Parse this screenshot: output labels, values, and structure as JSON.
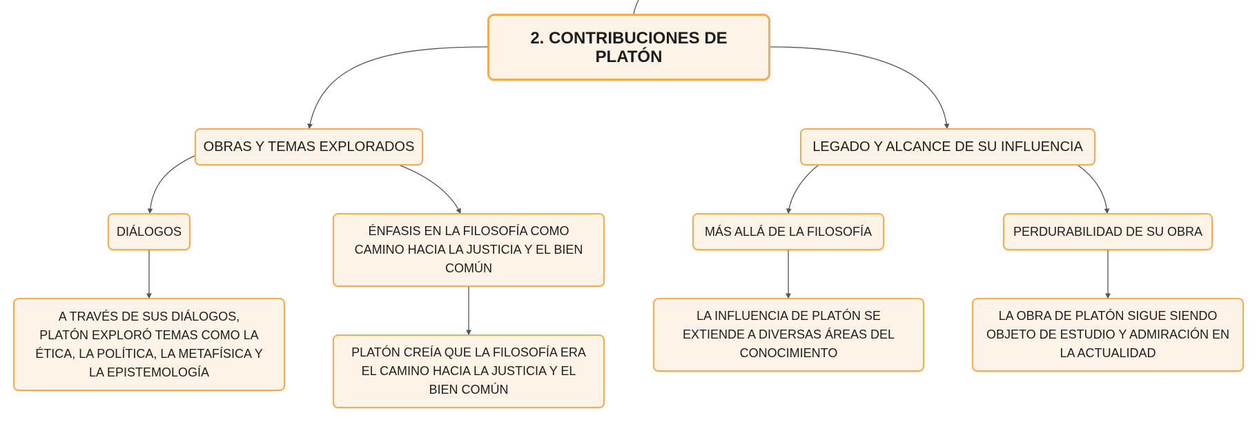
{
  "diagram": {
    "root": {
      "label": "2. CONTRIBUCIONES DE PLATÓN"
    },
    "branches": [
      {
        "label": "OBRAS Y TEMAS EXPLORADOS",
        "children": [
          {
            "label": "DIÁLOGOS",
            "detail": "A TRAVÉS DE SUS DIÁLOGOS, PLATÓN EXPLORÓ TEMAS COMO LA ÉTICA, LA POLÍTICA, LA METAFÍSICA Y LA EPISTEMOLOGÍA"
          },
          {
            "label": "ÉNFASIS EN LA FILOSOFÍA COMO CAMINO HACIA LA JUSTICIA Y EL BIEN COMÚN",
            "detail": "PLATÓN CREÍA QUE LA FILOSOFÍA ERA EL CAMINO HACIA LA JUSTICIA Y EL BIEN COMÚN"
          }
        ]
      },
      {
        "label": "LEGADO Y ALCANCE DE SU INFLUENCIA",
        "children": [
          {
            "label": "MÁS ALLÁ DE LA FILOSOFÍA",
            "detail": "LA INFLUENCIA DE PLATÓN SE EXTIENDE A DIVERSAS ÁREAS DEL CONOCIMIENTO"
          },
          {
            "label": "PERDURABILIDAD DE SU OBRA",
            "detail": "LA OBRA DE PLATÓN SIGUE SIENDO OBJETO DE ESTUDIO Y ADMIRACIÓN EN LA ACTUALIDAD"
          }
        ]
      }
    ],
    "colors": {
      "node_fill": "#fdf3e7",
      "node_border": "#f2ad52",
      "text": "#1d1d1d",
      "connector": "#555555"
    }
  }
}
